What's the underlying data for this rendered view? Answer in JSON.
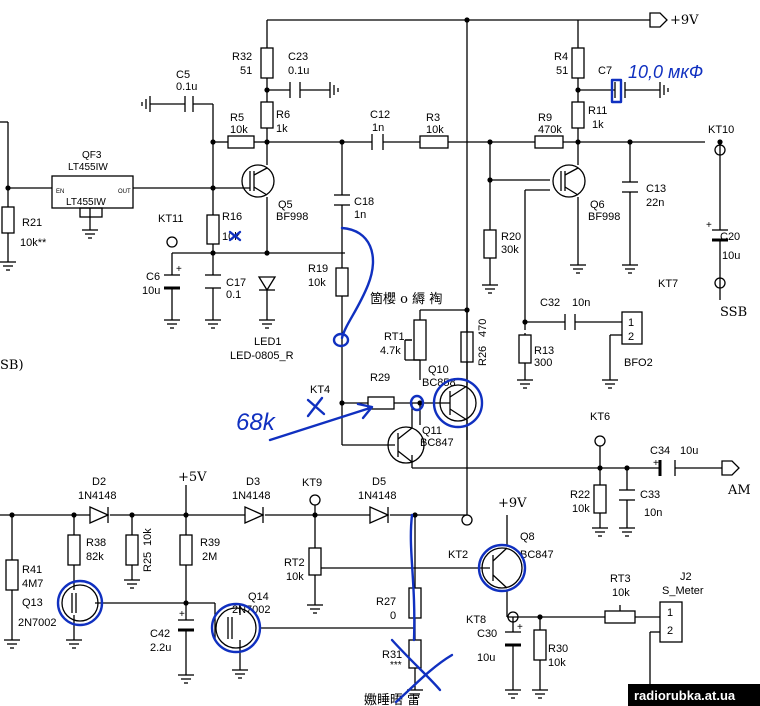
{
  "rail_label": "+9V",
  "components": {
    "qf3": {
      "ref": "QF3",
      "part": "LT455IW",
      "body": "LT455IW",
      "pin_in": "EN",
      "pin_out": "OUT"
    },
    "r21": {
      "ref": "R21",
      "val": "10k**"
    },
    "r32": {
      "ref": "R32",
      "val": "51"
    },
    "c23": {
      "ref": "C23",
      "val": "0.1u"
    },
    "c5": {
      "ref": "C5",
      "val": "0.1u"
    },
    "r5": {
      "ref": "R5",
      "val": "10k"
    },
    "r6": {
      "ref": "R6",
      "val": "1k"
    },
    "c12": {
      "ref": "C12",
      "val": "1n"
    },
    "r3": {
      "ref": "R3",
      "val": "10k"
    },
    "r4": {
      "ref": "R4",
      "val": "51"
    },
    "c7": {
      "ref": "C7"
    },
    "r9": {
      "ref": "R9",
      "val": "470k"
    },
    "r11": {
      "ref": "R11",
      "val": "1k"
    },
    "kt10": {
      "ref": "KT10"
    },
    "q5": {
      "ref": "Q5",
      "part": "BF998"
    },
    "q6": {
      "ref": "Q6",
      "part": "BF998"
    },
    "c13": {
      "ref": "C13",
      "val": "22n"
    },
    "c18": {
      "ref": "C18",
      "val": "1n"
    },
    "kt11": {
      "ref": "KT11"
    },
    "r16": {
      "ref": "R16",
      "val": "10k"
    },
    "c6": {
      "ref": "C6",
      "val": "10u"
    },
    "c17": {
      "ref": "C17",
      "val": "0.1"
    },
    "r19": {
      "ref": "R19",
      "val": "10k"
    },
    "led1": {
      "ref": "LED1",
      "part": "LED-0805_R"
    },
    "r20": {
      "ref": "R20",
      "val": "30k"
    },
    "c20": {
      "ref": "C20",
      "val": "10u"
    },
    "kt7": {
      "ref": "KT7"
    },
    "ssb": {
      "label": "SSB"
    },
    "rt1": {
      "ref": "RT1",
      "val": "4.7k"
    },
    "r26": {
      "ref": "R26",
      "val": "470"
    },
    "q10": {
      "ref": "Q10",
      "part": "BC858"
    },
    "c32": {
      "ref": "C32",
      "val": "10n"
    },
    "bfo2": {
      "ref": "BFO2",
      "pin1": "1",
      "pin2": "2"
    },
    "r13": {
      "ref": "R13",
      "val": "300"
    },
    "kt4": {
      "ref": "KT4"
    },
    "r29": {
      "ref": "R29"
    },
    "q11": {
      "ref": "Q11",
      "part": "BC847"
    },
    "kt6": {
      "ref": "KT6"
    },
    "c34": {
      "ref": "C34",
      "val": "10u"
    },
    "am": {
      "label": "AM"
    },
    "r22": {
      "ref": "R22",
      "val": "10k"
    },
    "c33": {
      "ref": "C33",
      "val": "10n"
    },
    "d2": {
      "ref": "D2",
      "part": "1N4148"
    },
    "plus5": {
      "label": "+5V"
    },
    "d3": {
      "ref": "D3",
      "part": "1N4148"
    },
    "kt9": {
      "ref": "KT9"
    },
    "d5": {
      "ref": "D5",
      "part": "1N4148"
    },
    "plus9b": {
      "label": "+9V"
    },
    "r41": {
      "ref": "R41",
      "val": "4M7"
    },
    "r38": {
      "ref": "R38",
      "val": "82k"
    },
    "r25": {
      "ref": "R25",
      "val": "10k"
    },
    "r39": {
      "ref": "R39",
      "val": "2M"
    },
    "rt2": {
      "ref": "RT2",
      "val": "10k"
    },
    "kt2": {
      "ref": "KT2"
    },
    "q8": {
      "ref": "Q8",
      "part": "BC847"
    },
    "q13": {
      "ref": "Q13",
      "part": "2N7002"
    },
    "q14": {
      "ref": "Q14",
      "part": "2N7002"
    },
    "r27": {
      "ref": "R27",
      "val": "0"
    },
    "r31": {
      "ref": "R31",
      "val": "***"
    },
    "c42": {
      "ref": "C42",
      "val": "2.2u"
    },
    "rt3": {
      "ref": "RT3",
      "val": "10k"
    },
    "j2": {
      "ref": "J2",
      "name": "S_Meter",
      "pin1": "1",
      "pin2": "2"
    },
    "kt8": {
      "ref": "KT8"
    },
    "c30": {
      "ref": "C30",
      "val": "10u"
    },
    "r30": {
      "ref": "R30",
      "val": "10k"
    }
  },
  "left_edge_fragment": "SB)",
  "garbled_top": "箇櫻 o 縟 裪",
  "garbled_bottom": "嫐睡晤 雷",
  "annotations": {
    "c7_note": "10,0 мкФ",
    "r29_note": "68k"
  },
  "watermark": "radiorubka.at.ua",
  "colors": {
    "wire": "#000000",
    "ink": "#1030c0"
  }
}
